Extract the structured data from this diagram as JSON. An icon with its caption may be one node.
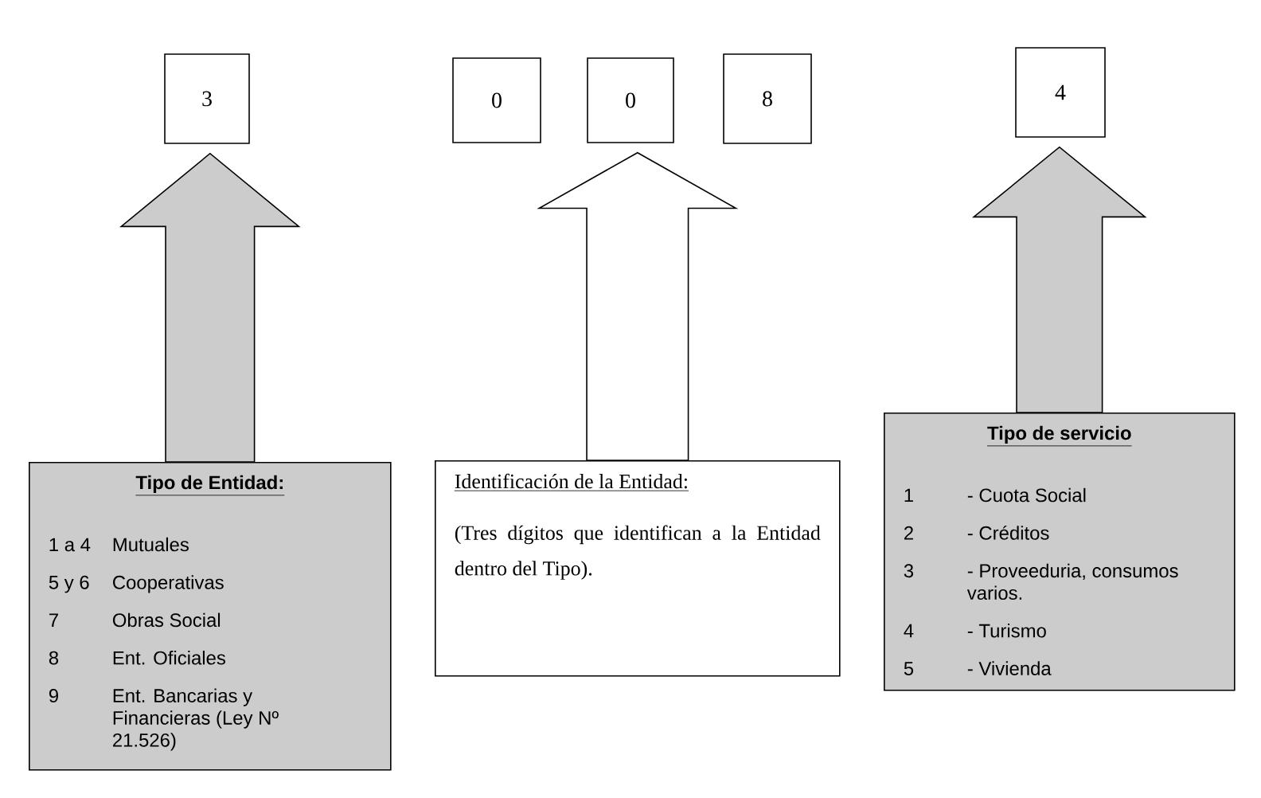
{
  "diagram": {
    "nodes": [
      {
        "text": [
          "3"
        ]
      },
      {
        "text": [
          "0"
        ]
      },
      {
        "text": [
          "0"
        ]
      },
      {
        "text": [
          "8"
        ]
      },
      {
        "text": [
          "4"
        ]
      },
      {
        "text": [
          "Tipo de Entidad:",
          "1 a 4",
          "Mutuales",
          "5 y 6",
          "Cooperativas",
          "7",
          "Obras Social",
          "8",
          "Ent. Oficiales",
          "9",
          "Ent. Bancarias y Financieras (Ley Nº 21.526)"
        ]
      },
      {
        "text": [
          "Identificación de la Entidad:",
          "(Tres dígitos que identifican a la Entidad dentro del Tipo)."
        ]
      },
      {
        "text": [
          "Tipo de servicio",
          "1",
          "- Cuota Social",
          "2",
          "- Créditos",
          "3",
          "- Proveeduria, consumos varios.",
          "4",
          "- Turismo",
          "5",
          "- Vivienda"
        ]
      }
    ],
    "edges": [
      {
        "from": 5,
        "to": 0,
        "arrow": "to"
      },
      {
        "from": 6,
        "to": 2,
        "arrow": "to"
      },
      {
        "from": 7,
        "to": 4,
        "arrow": "to"
      }
    ]
  }
}
